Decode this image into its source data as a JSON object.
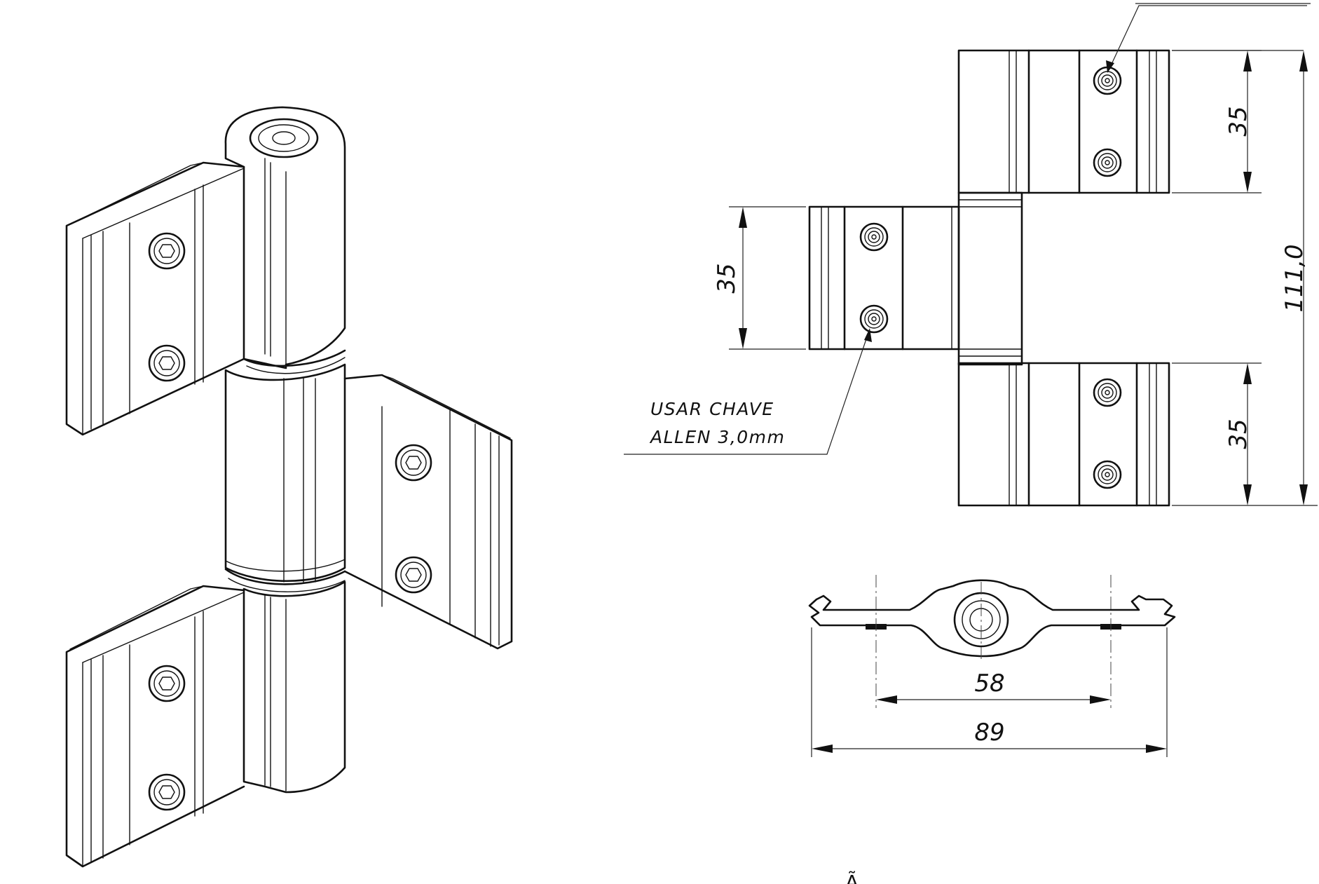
{
  "dimensions": {
    "upper_leaf_height": "35",
    "middle_leaf_height": "35",
    "lower_leaf_height": "35",
    "total_height": "111,0",
    "screw_spacing": "58",
    "overall_width": "89"
  },
  "note": {
    "line1": "USAR CHAVE",
    "line2": "ALLEN 3,0mm"
  },
  "partial_text": "Ã"
}
